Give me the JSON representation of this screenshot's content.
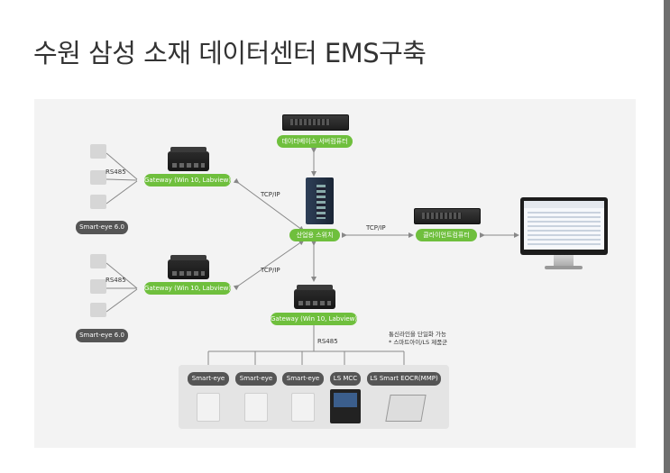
{
  "title": "수원 삼성 소재 데이터센터 EMS구축",
  "colors": {
    "accent_green": "#6fbf3d",
    "dark_label": "#555555"
  },
  "nodes": {
    "db_server": "데이터베이스 서버컴퓨터",
    "switch": "산업용 스위치",
    "client": "클라이언트컴퓨터",
    "gateway_top": "Gateway (Win 10, Labview)",
    "gateway_mid": "Gateway (Win 10, Labview)",
    "gateway_bottom": "Gateway (Win 10, Labview)",
    "smart_eye_top": "Smart-eye 6.0",
    "smart_eye_mid": "Smart-eye 6.0"
  },
  "links": {
    "rs485_top": "RS485",
    "rs485_mid": "RS485",
    "rs485_bottom": "RS485",
    "tcpip_top": "TCP/IP",
    "tcpip_mid": "TCP/IP",
    "tcpip_client": "TCP/IP"
  },
  "devices": [
    "Smart-eye",
    "Smart-eye",
    "Smart-eye",
    "LS MCC",
    "LS Smart EOCR(MMP)"
  ],
  "note": [
    "통신라인을 단일화 가능",
    "* 스마트아이/LS 제품군"
  ]
}
